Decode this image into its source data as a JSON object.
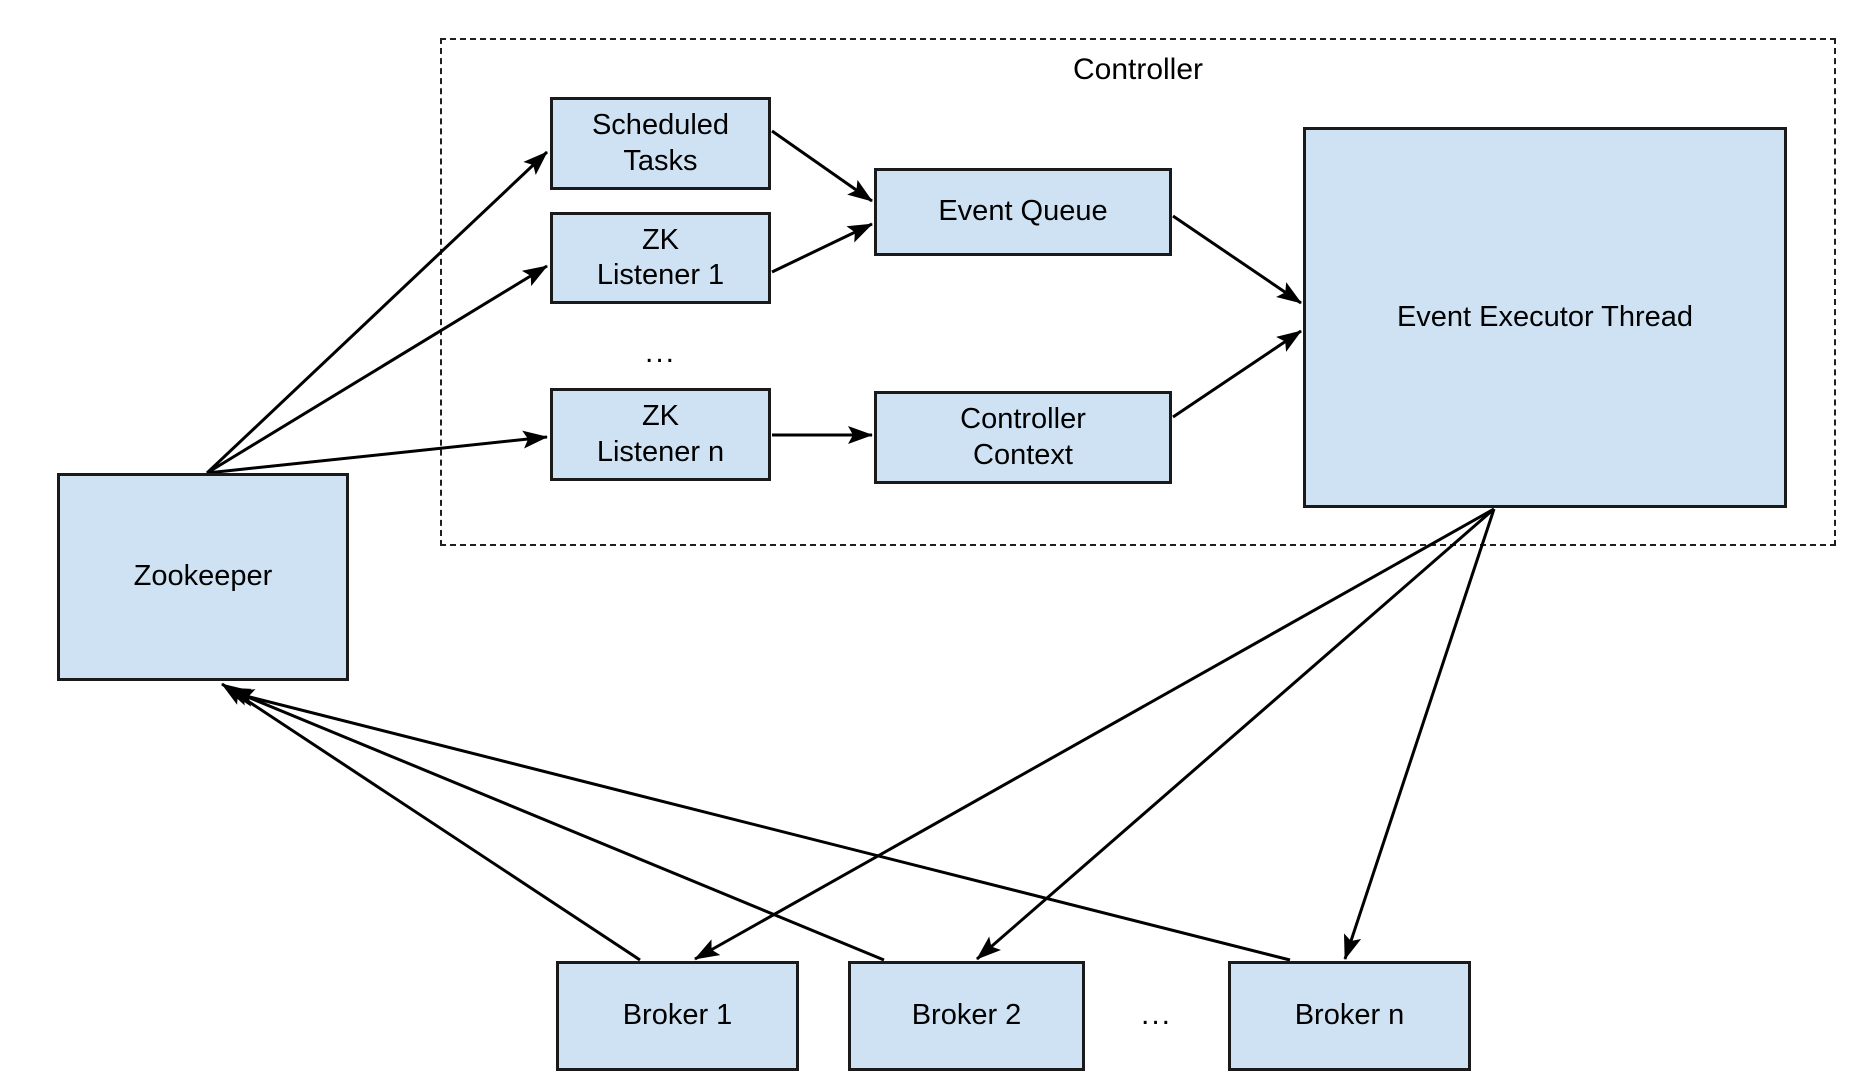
{
  "diagram": {
    "group_title": "Controller",
    "nodes": {
      "scheduled_tasks": {
        "label": "Scheduled\nTasks"
      },
      "zk_listener_1": {
        "label": "ZK\nListener 1"
      },
      "zk_listener_n": {
        "label": "ZK\nListener n"
      },
      "event_queue": {
        "label": "Event Queue"
      },
      "controller_context": {
        "label": "Controller\nContext"
      },
      "event_executor_thread": {
        "label": "Event Executor Thread"
      },
      "zookeeper": {
        "label": "Zookeeper"
      },
      "broker_1": {
        "label": "Broker 1"
      },
      "broker_2": {
        "label": "Broker 2"
      },
      "broker_n": {
        "label": "Broker n"
      }
    },
    "listeners_ellipsis": "...",
    "brokers_ellipsis": "...",
    "edges": [
      {
        "from": "zookeeper",
        "to": "scheduled_tasks"
      },
      {
        "from": "zookeeper",
        "to": "zk_listener_1"
      },
      {
        "from": "zookeeper",
        "to": "zk_listener_n"
      },
      {
        "from": "scheduled_tasks",
        "to": "event_queue"
      },
      {
        "from": "zk_listener_1",
        "to": "event_queue"
      },
      {
        "from": "zk_listener_n",
        "to": "controller_context"
      },
      {
        "from": "event_queue",
        "to": "event_executor_thread"
      },
      {
        "from": "controller_context",
        "to": "event_executor_thread"
      },
      {
        "from": "event_executor_thread",
        "to": "broker_1"
      },
      {
        "from": "event_executor_thread",
        "to": "broker_2"
      },
      {
        "from": "event_executor_thread",
        "to": "broker_n"
      },
      {
        "from": "broker_1",
        "to": "zookeeper"
      },
      {
        "from": "broker_2",
        "to": "zookeeper"
      },
      {
        "from": "broker_n",
        "to": "zookeeper"
      }
    ],
    "colors": {
      "node_fill": "#cfe2f3",
      "node_border": "#1a1a1a",
      "edge": "#000000",
      "background": "#ffffff"
    }
  }
}
